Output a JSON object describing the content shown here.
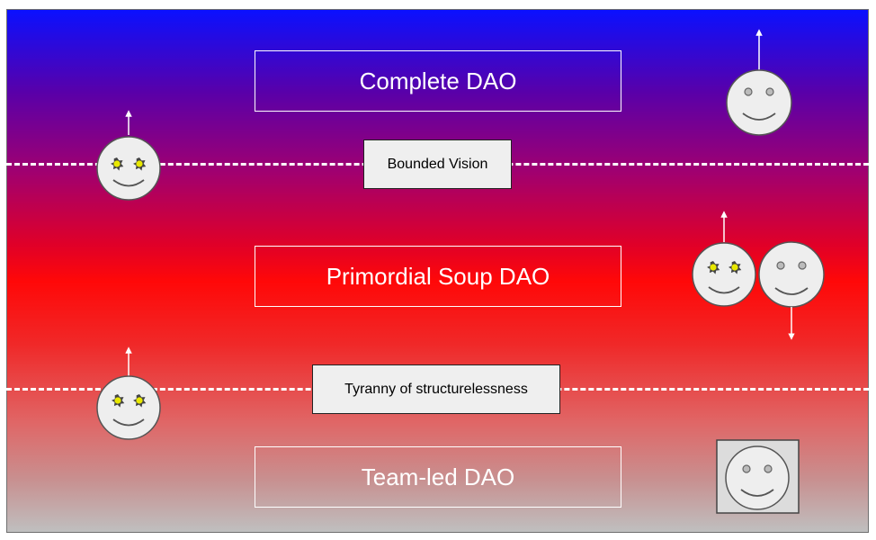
{
  "layers": {
    "complete": "Complete DAO",
    "primordial": "Primordial Soup DAO",
    "team_led": "Team-led DAO"
  },
  "boundaries": {
    "bounded_vision": "Bounded Vision",
    "tyranny": "Tyranny of structurelessness"
  },
  "icons": {
    "plain_face": "smiley-face-icon",
    "starry_eyed_face": "starry-eyed-face-icon",
    "up_arrow": "up-arrow-icon",
    "down_arrow": "down-arrow-icon"
  },
  "colors": {
    "top": "#0a10ff",
    "middle": "#ff0808",
    "bottom": "#bfbfbf",
    "face_fill": "#eeeeee",
    "star_eye": "#e8e800"
  }
}
